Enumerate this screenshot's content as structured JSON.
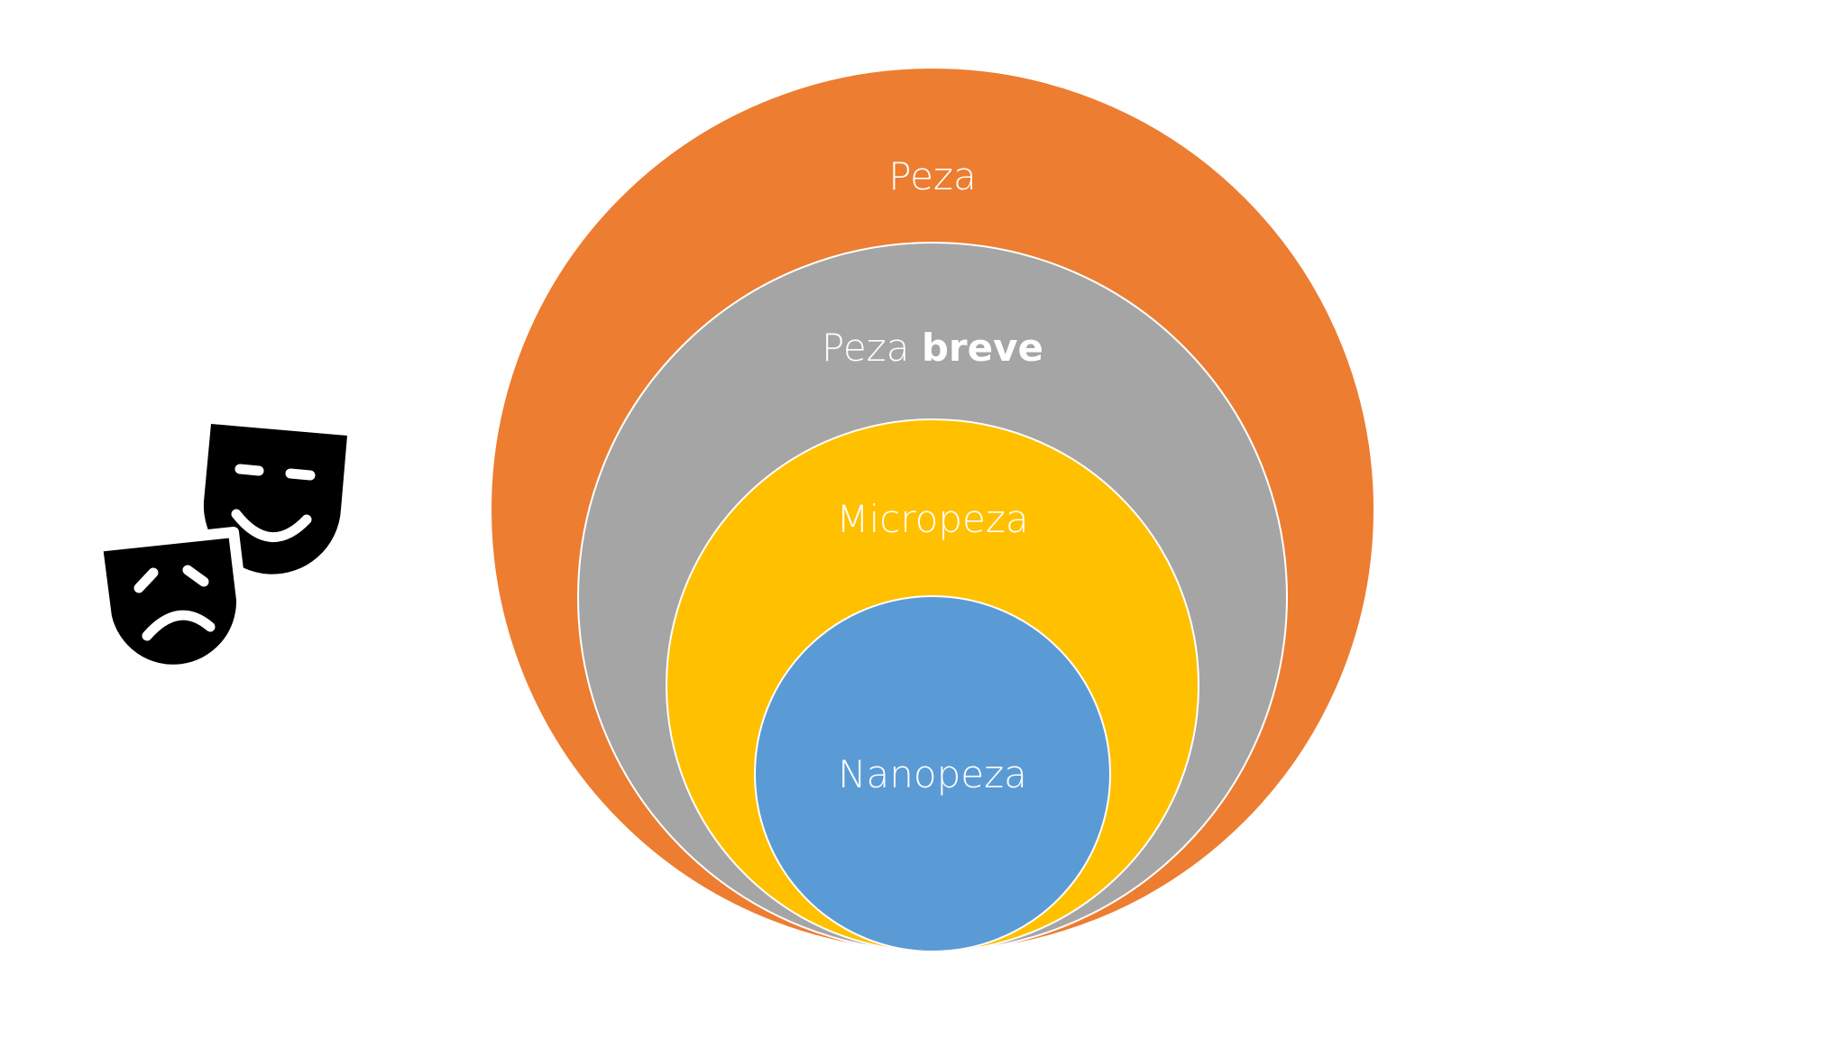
{
  "diagram": {
    "levels": [
      {
        "label": "Peza",
        "color": "#ED7D31"
      },
      {
        "label": "Peza",
        "label_bold": "breve",
        "color": "#A5A5A5"
      },
      {
        "label": "Micropeza",
        "color": "#FFC000"
      },
      {
        "label": "Nanopeza",
        "color": "#5B9BD5"
      }
    ],
    "ring_stroke": "#ffffff"
  },
  "icon": {
    "name": "theater-masks-icon",
    "color": "#000000"
  }
}
